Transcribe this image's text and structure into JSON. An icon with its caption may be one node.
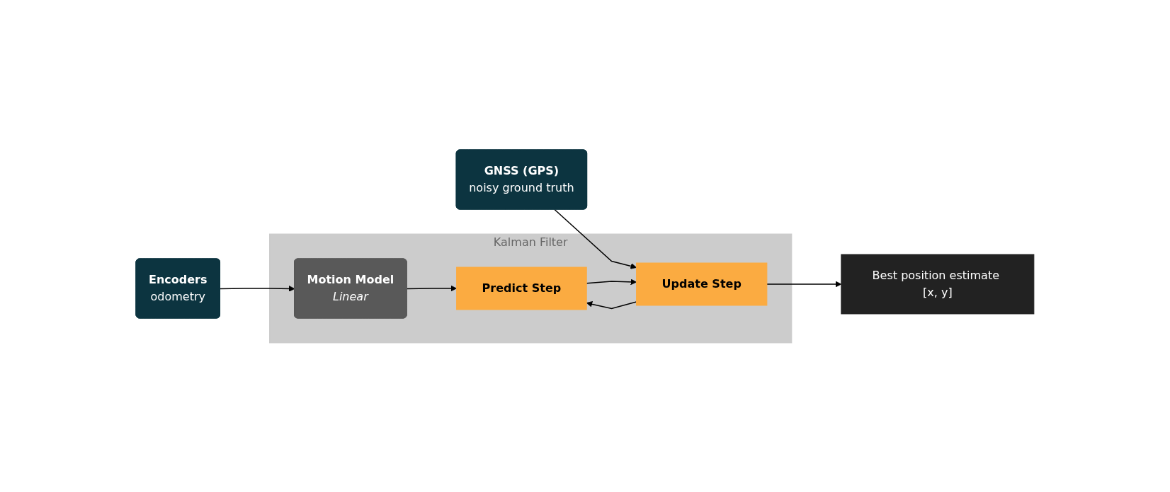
{
  "diagram": {
    "nodes": [
      {
        "text": [
          "Best position estimate [x, y]"
        ]
      },
      {
        "text": [
          "Encoders",
          "odometry"
        ]
      },
      {
        "text": [
          "Kalman Filter"
        ]
      },
      {
        "text": [
          "Motion Model",
          "Linear"
        ],
        "in": 2
      },
      {
        "text": [
          "GNSS (GPS)",
          "noisy ground truth"
        ]
      },
      {
        "text": [
          "Update Step"
        ],
        "in": 2
      },
      {
        "text": [
          "Predict Step"
        ],
        "in": 2
      }
    ],
    "edges": [
      {
        "from": 1,
        "to": 3,
        "arrow": "to"
      },
      {
        "from": 4,
        "to": 5,
        "arrow": "to"
      },
      {
        "from": 3,
        "to": 6,
        "arrow": "to"
      },
      {
        "from": 5,
        "to": 6,
        "arrow": "to"
      },
      {
        "from": 5,
        "to": 0,
        "arrow": "to"
      },
      {
        "from": 6,
        "to": 5,
        "arrow": "to"
      }
    ]
  }
}
